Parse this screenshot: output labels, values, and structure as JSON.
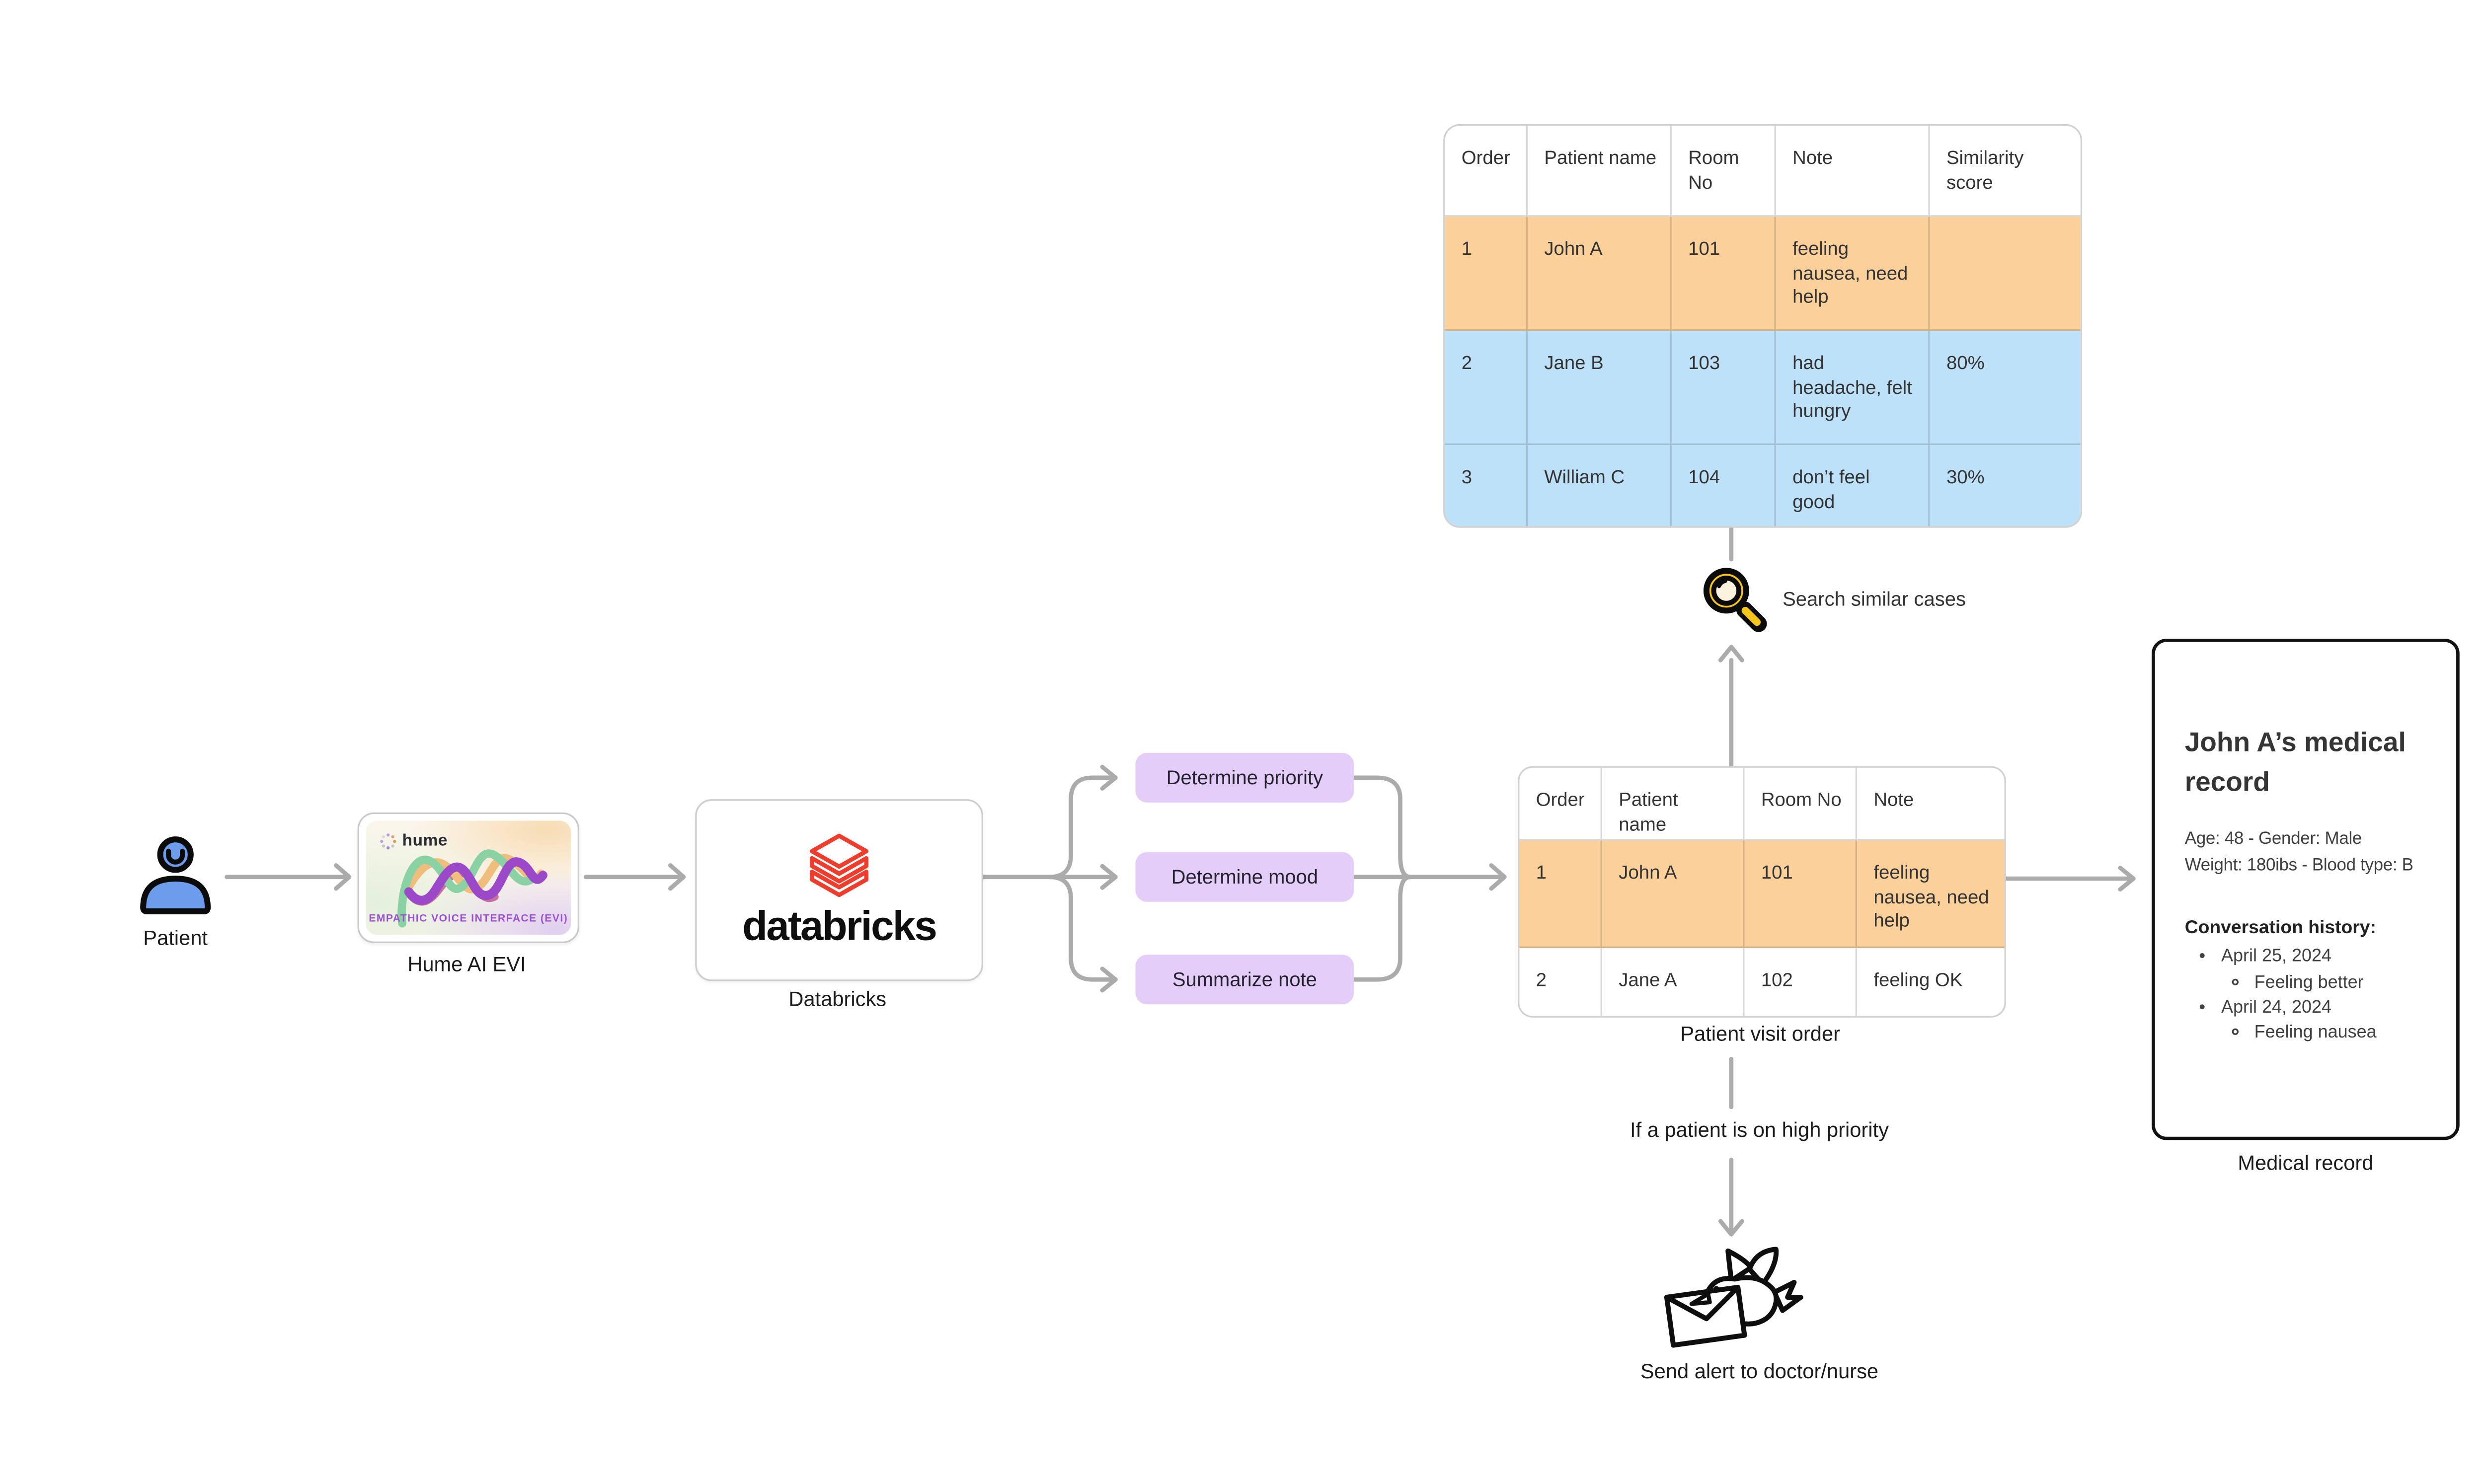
{
  "patient": {
    "caption": "Patient"
  },
  "hume": {
    "logo": "hume",
    "banner": "EMPATHIC VOICE INTERFACE (EVI)",
    "caption": "Hume AI EVI"
  },
  "databricks": {
    "wordmark": "databricks",
    "caption": "Databricks"
  },
  "tasks": [
    {
      "label": "Determine priority"
    },
    {
      "label": "Determine mood"
    },
    {
      "label": "Summarize note"
    }
  ],
  "visit_table": {
    "caption": "Patient visit order",
    "headers": [
      "Order",
      "Patient name",
      "Room No",
      "Note"
    ],
    "rows": [
      {
        "order": "1",
        "name": "John A",
        "room": "101",
        "note": "feeling nausea, need help"
      },
      {
        "order": "2",
        "name": "Jane A",
        "room": "102",
        "note": "feeling OK"
      }
    ]
  },
  "similar_table": {
    "headers": [
      "Order",
      "Patient name",
      "Room No",
      "Note",
      "Similarity score"
    ],
    "rows": [
      {
        "order": "1",
        "name": "John A",
        "room": "101",
        "note": "feeling nausea, need help",
        "score": ""
      },
      {
        "order": "2",
        "name": "Jane B",
        "room": "103",
        "note": "had headache, felt hungry",
        "score": "80%"
      },
      {
        "order": "3",
        "name": "William C",
        "room": "104",
        "note": "don’t feel good",
        "score": "30%"
      }
    ]
  },
  "search": {
    "label": "Search similar cases"
  },
  "alert": {
    "condition": "If a patient is on high priority",
    "caption": "Send alert to doctor/nurse"
  },
  "medical_record": {
    "title": "John A’s medical record",
    "demographics_line1": "Age: 48 - Gender: Male",
    "demographics_line2": "Weight: 180ibs - Blood type: B",
    "history_heading": "Conversation history:",
    "history": [
      {
        "date": "April 25, 2024",
        "notes": [
          "Feeling better"
        ]
      },
      {
        "date": "April 24, 2024",
        "notes": [
          "Feeling nausea"
        ]
      }
    ],
    "caption": "Medical record"
  },
  "colors": {
    "highlight_orange": "#FBD09A",
    "highlight_blue": "#BEE1FA",
    "task_purple": "#E4CEF9",
    "patient_blue": "#6D9CEB",
    "databricks_red": "#EE3D2C",
    "magnifier_yellow": "#F6C51C",
    "arrow_gray": "#ABABAB",
    "evi_banner_purple": "#9C4FD1"
  }
}
